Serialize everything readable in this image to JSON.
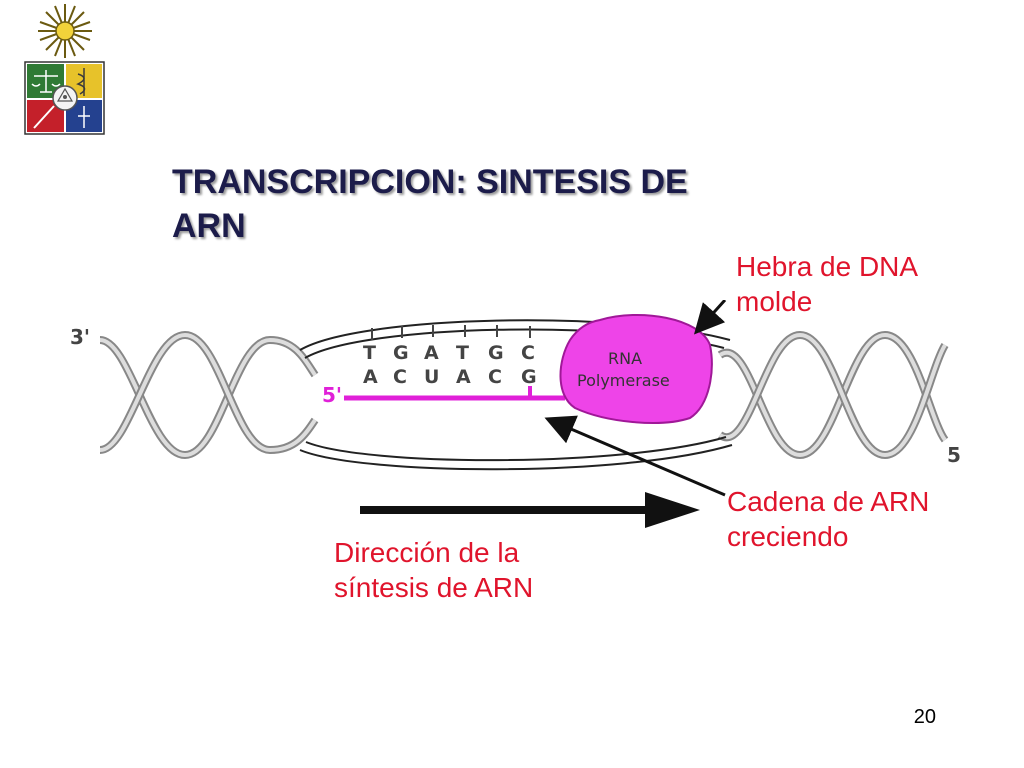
{
  "slide": {
    "title_line1": "TRANSCRIPCION: SINTESIS DE",
    "title_line2": "ARN",
    "page_number": "20"
  },
  "labels": {
    "template_strand_line1": "Hebra de DNA",
    "template_strand_line2": "molde",
    "growing_rna_line1": "Cadena de ARN",
    "growing_rna_line2": "creciendo",
    "direction_line1": "Dirección de la",
    "direction_line2": "síntesis de ARN"
  },
  "diagram": {
    "end_3prime": "3'",
    "end_5prime_rna": "5'",
    "end_5prime_dna": "5'",
    "dna_bases": [
      "T",
      "G",
      "A",
      "T",
      "G",
      "C"
    ],
    "rna_bases": [
      "A",
      "C",
      "U",
      "A",
      "C",
      "G"
    ],
    "enzyme_line1": "RNA",
    "enzyme_line2": "Polymerase"
  },
  "colors": {
    "title": "#1c1c4a",
    "label_red": "#e0142c",
    "rna_magenta": "#e020d8",
    "polymerase_fill": "#ee44e8"
  },
  "logo": {
    "type": "university-crest"
  }
}
